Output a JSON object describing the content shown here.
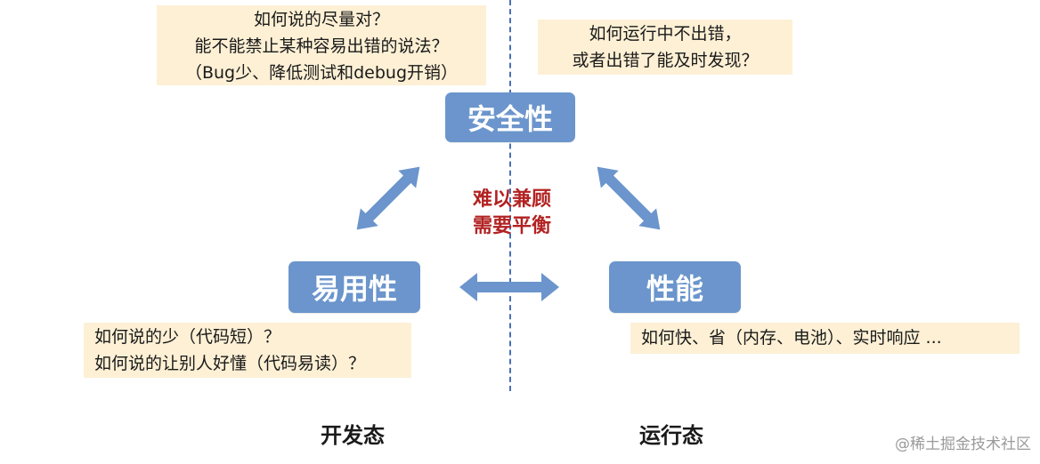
{
  "nodes": {
    "safety": "安全性",
    "usability": "易用性",
    "performance": "性能"
  },
  "center_note": {
    "line1": "难以兼顾",
    "line2": "需要平衡"
  },
  "notes": {
    "safety_left": [
      "如何说的尽量对？",
      "能不能禁止某种容易出错的说法？",
      "（Bug少、降低测试和debug开销）"
    ],
    "safety_right": [
      "如何运行中不出错，",
      "或者出错了能及时发现？"
    ],
    "usability": [
      "如何说的少（代码短）？",
      "如何说的让别人好懂（代码易读）？"
    ],
    "performance": [
      "如何快、省（内存、电池）、实时响应 ..."
    ]
  },
  "states": {
    "dev": "开发态",
    "run": "运行态"
  },
  "watermark": "@稀土掘金技术社区",
  "colors": {
    "node_fill": "#6b95cc",
    "note_fill": "#fdf0d5",
    "arrow_fill": "#6b95cc",
    "center_text": "#b22222",
    "divider": "#4a6fb3"
  }
}
